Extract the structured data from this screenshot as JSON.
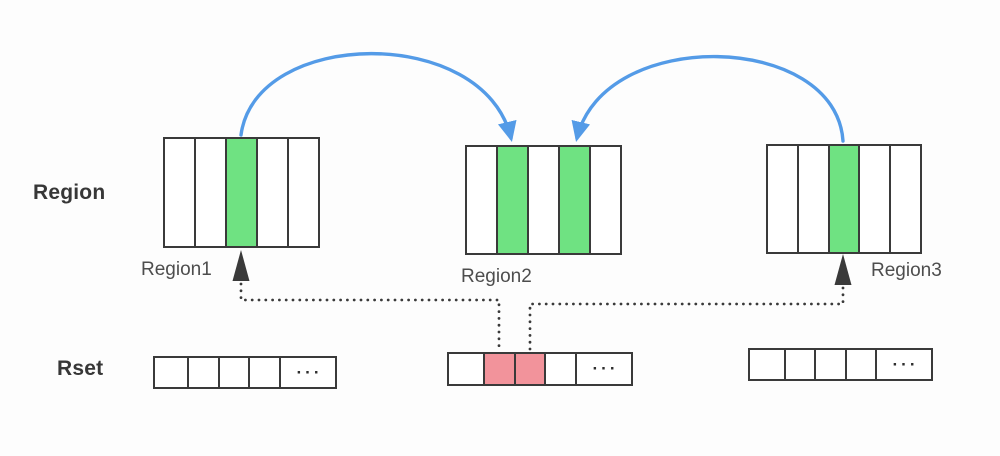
{
  "labels": {
    "region_axis": "Region",
    "rset_axis": "Rset"
  },
  "regions": [
    {
      "name": "Region1",
      "cells": [
        "plain",
        "plain",
        "green",
        "plain",
        "plain"
      ]
    },
    {
      "name": "Region2",
      "cells": [
        "plain",
        "green",
        "plain",
        "green",
        "plain"
      ]
    },
    {
      "name": "Region3",
      "cells": [
        "plain",
        "plain",
        "green",
        "plain",
        "plain"
      ]
    }
  ],
  "rset": {
    "rows": [
      {
        "cells": [
          {
            "fill": "plain",
            "w": 34
          },
          {
            "fill": "plain",
            "w": 31
          },
          {
            "fill": "plain",
            "w": 30
          },
          {
            "fill": "plain",
            "w": 31
          },
          {
            "fill": "plain",
            "w": 54,
            "text": "···"
          }
        ]
      },
      {
        "cells": [
          {
            "fill": "plain",
            "w": 36
          },
          {
            "fill": "red",
            "w": 31
          },
          {
            "fill": "red",
            "w": 30
          },
          {
            "fill": "plain",
            "w": 31
          },
          {
            "fill": "plain",
            "w": 54,
            "text": "···"
          }
        ]
      },
      {
        "cells": [
          {
            "fill": "plain",
            "w": 36
          },
          {
            "fill": "plain",
            "w": 30
          },
          {
            "fill": "plain",
            "w": 31
          },
          {
            "fill": "plain",
            "w": 30
          },
          {
            "fill": "plain",
            "w": 54,
            "text": "···"
          }
        ]
      }
    ]
  },
  "colors": {
    "green": "#6fe282",
    "red": "#f2939b",
    "blue": "#549be7",
    "line": "#3a3a3a",
    "label": "#373737",
    "sublabel": "#4d4d4d",
    "background": "#fdfdfd"
  }
}
